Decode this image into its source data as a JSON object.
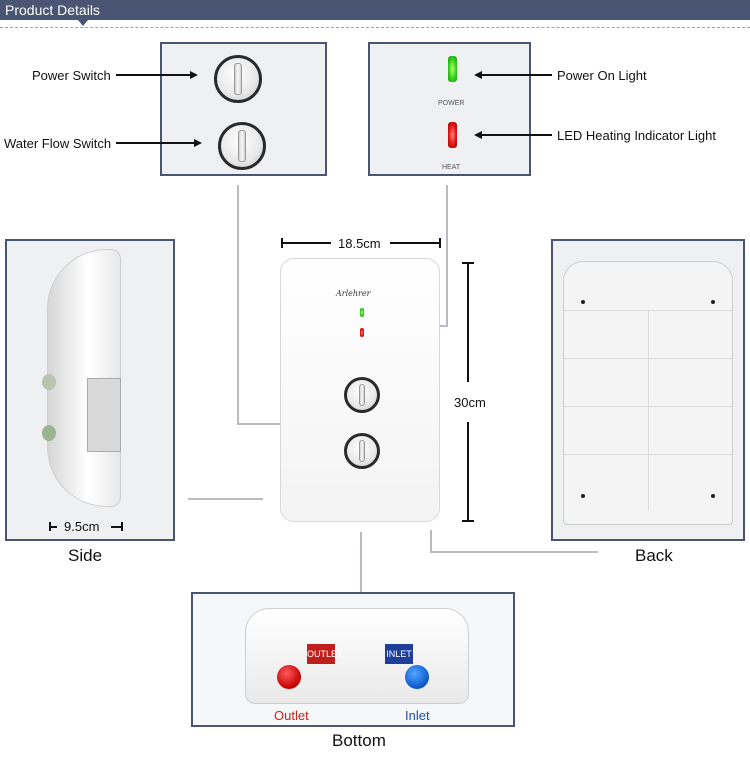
{
  "header": {
    "title": "Product Details"
  },
  "top_left_panel": {
    "power_switch_label": "Power Switch",
    "water_flow_switch_label": "Water Flow Switch"
  },
  "top_right_panel": {
    "power_on_light_label": "Power On Light",
    "led_heating_label": "LED Heating Indicator Light",
    "power_text": "POWER",
    "heat_text": "HEAT"
  },
  "front": {
    "width_label": "18.5cm",
    "height_label": "30cm",
    "brand": "Arlehrer"
  },
  "side": {
    "depth_label": "9.5cm",
    "caption": "Side"
  },
  "back": {
    "caption": "Back"
  },
  "bottom": {
    "caption": "Bottom",
    "outlet_tag": "OUTLET",
    "inlet_tag": "INLET",
    "outlet_label": "Outlet",
    "inlet_label": "Inlet"
  },
  "colors": {
    "header_bg": "#4a5473",
    "outlet_red": "#d0201a",
    "inlet_blue": "#1f4fae"
  }
}
